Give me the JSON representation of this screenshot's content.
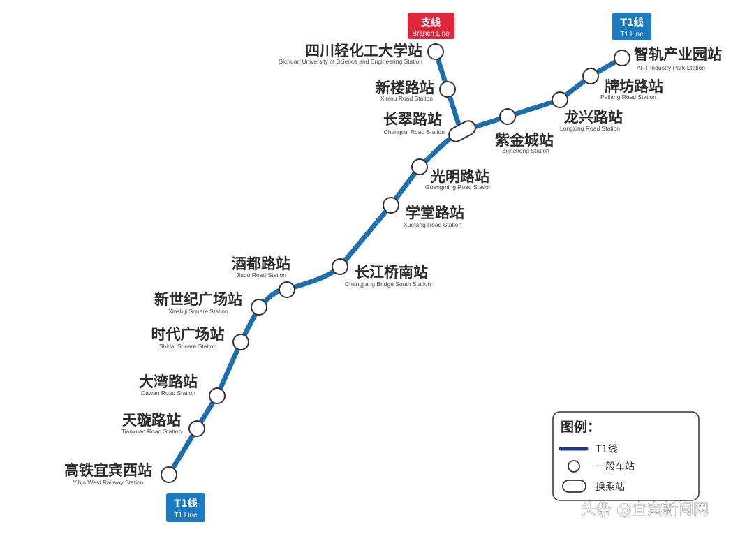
{
  "colors": {
    "line_blue": "#1c6fae",
    "branch_red": "#e0263a",
    "tag_blue": "#1c7bc0",
    "legend_line": "#1f3a8a"
  },
  "tags": {
    "branch": {
      "cn": "支线",
      "en": "Branch Line"
    },
    "t1_top": {
      "cn": "T1线",
      "en": "T1 Line"
    },
    "t1_bottom": {
      "cn": "T1线",
      "en": "T1 Line"
    }
  },
  "stations": [
    {
      "id": "sichuan-university",
      "cn": "四川轻化工大学站",
      "en": "Sichuan University of Science and Engineering Station",
      "type": "normal"
    },
    {
      "id": "xinlou-road",
      "cn": "新楼路站",
      "en": "Xinlou Road Station",
      "type": "normal"
    },
    {
      "id": "changcui-road",
      "cn": "长翠路站",
      "en": "Changcui Road Station",
      "type": "interchange"
    },
    {
      "id": "zijincheng",
      "cn": "紫金城站",
      "en": "Zijincheng Station",
      "type": "normal"
    },
    {
      "id": "longxing-road",
      "cn": "龙兴路站",
      "en": "Longxing Road Station",
      "type": "normal"
    },
    {
      "id": "pailang-road",
      "cn": "牌坊路站",
      "en": "Pailang Road Station",
      "type": "normal"
    },
    {
      "id": "art-industry-park",
      "cn": "智轨产业园站",
      "en": "ART Industry Park Station",
      "type": "normal"
    },
    {
      "id": "guangming-road",
      "cn": "光明路站",
      "en": "Guangming Road Station",
      "type": "normal"
    },
    {
      "id": "xuetang-road",
      "cn": "学堂路站",
      "en": "Xuetang Road Station",
      "type": "normal"
    },
    {
      "id": "changjiang-bridge-south",
      "cn": "长江桥南站",
      "en": "Changjiang Bridge South Station",
      "type": "normal"
    },
    {
      "id": "jiudu-road",
      "cn": "酒都路站",
      "en": "Jiudu Road Station",
      "type": "normal"
    },
    {
      "id": "xinshiji-square",
      "cn": "新世纪广场站",
      "en": "Xinshiji Square Station",
      "type": "normal"
    },
    {
      "id": "shidai-square",
      "cn": "时代广场站",
      "en": "Shidai Square Station",
      "type": "normal"
    },
    {
      "id": "dawan-road",
      "cn": "大湾路站",
      "en": "Dawan Road Station",
      "type": "normal"
    },
    {
      "id": "tianxuan-road",
      "cn": "天璇路站",
      "en": "Tianxuan Road Station",
      "type": "normal"
    },
    {
      "id": "yibin-west-railway",
      "cn": "高铁宜宾西站",
      "en": "Yibin West Railway Station",
      "type": "normal"
    }
  ],
  "legend": {
    "title": "图例：",
    "items": [
      {
        "symbol": "line",
        "label": "T1线"
      },
      {
        "symbol": "station",
        "label": "一般车站"
      },
      {
        "symbol": "interchange",
        "label": "换乘站"
      }
    ]
  },
  "watermark": "头条 @宜宾新闻网"
}
